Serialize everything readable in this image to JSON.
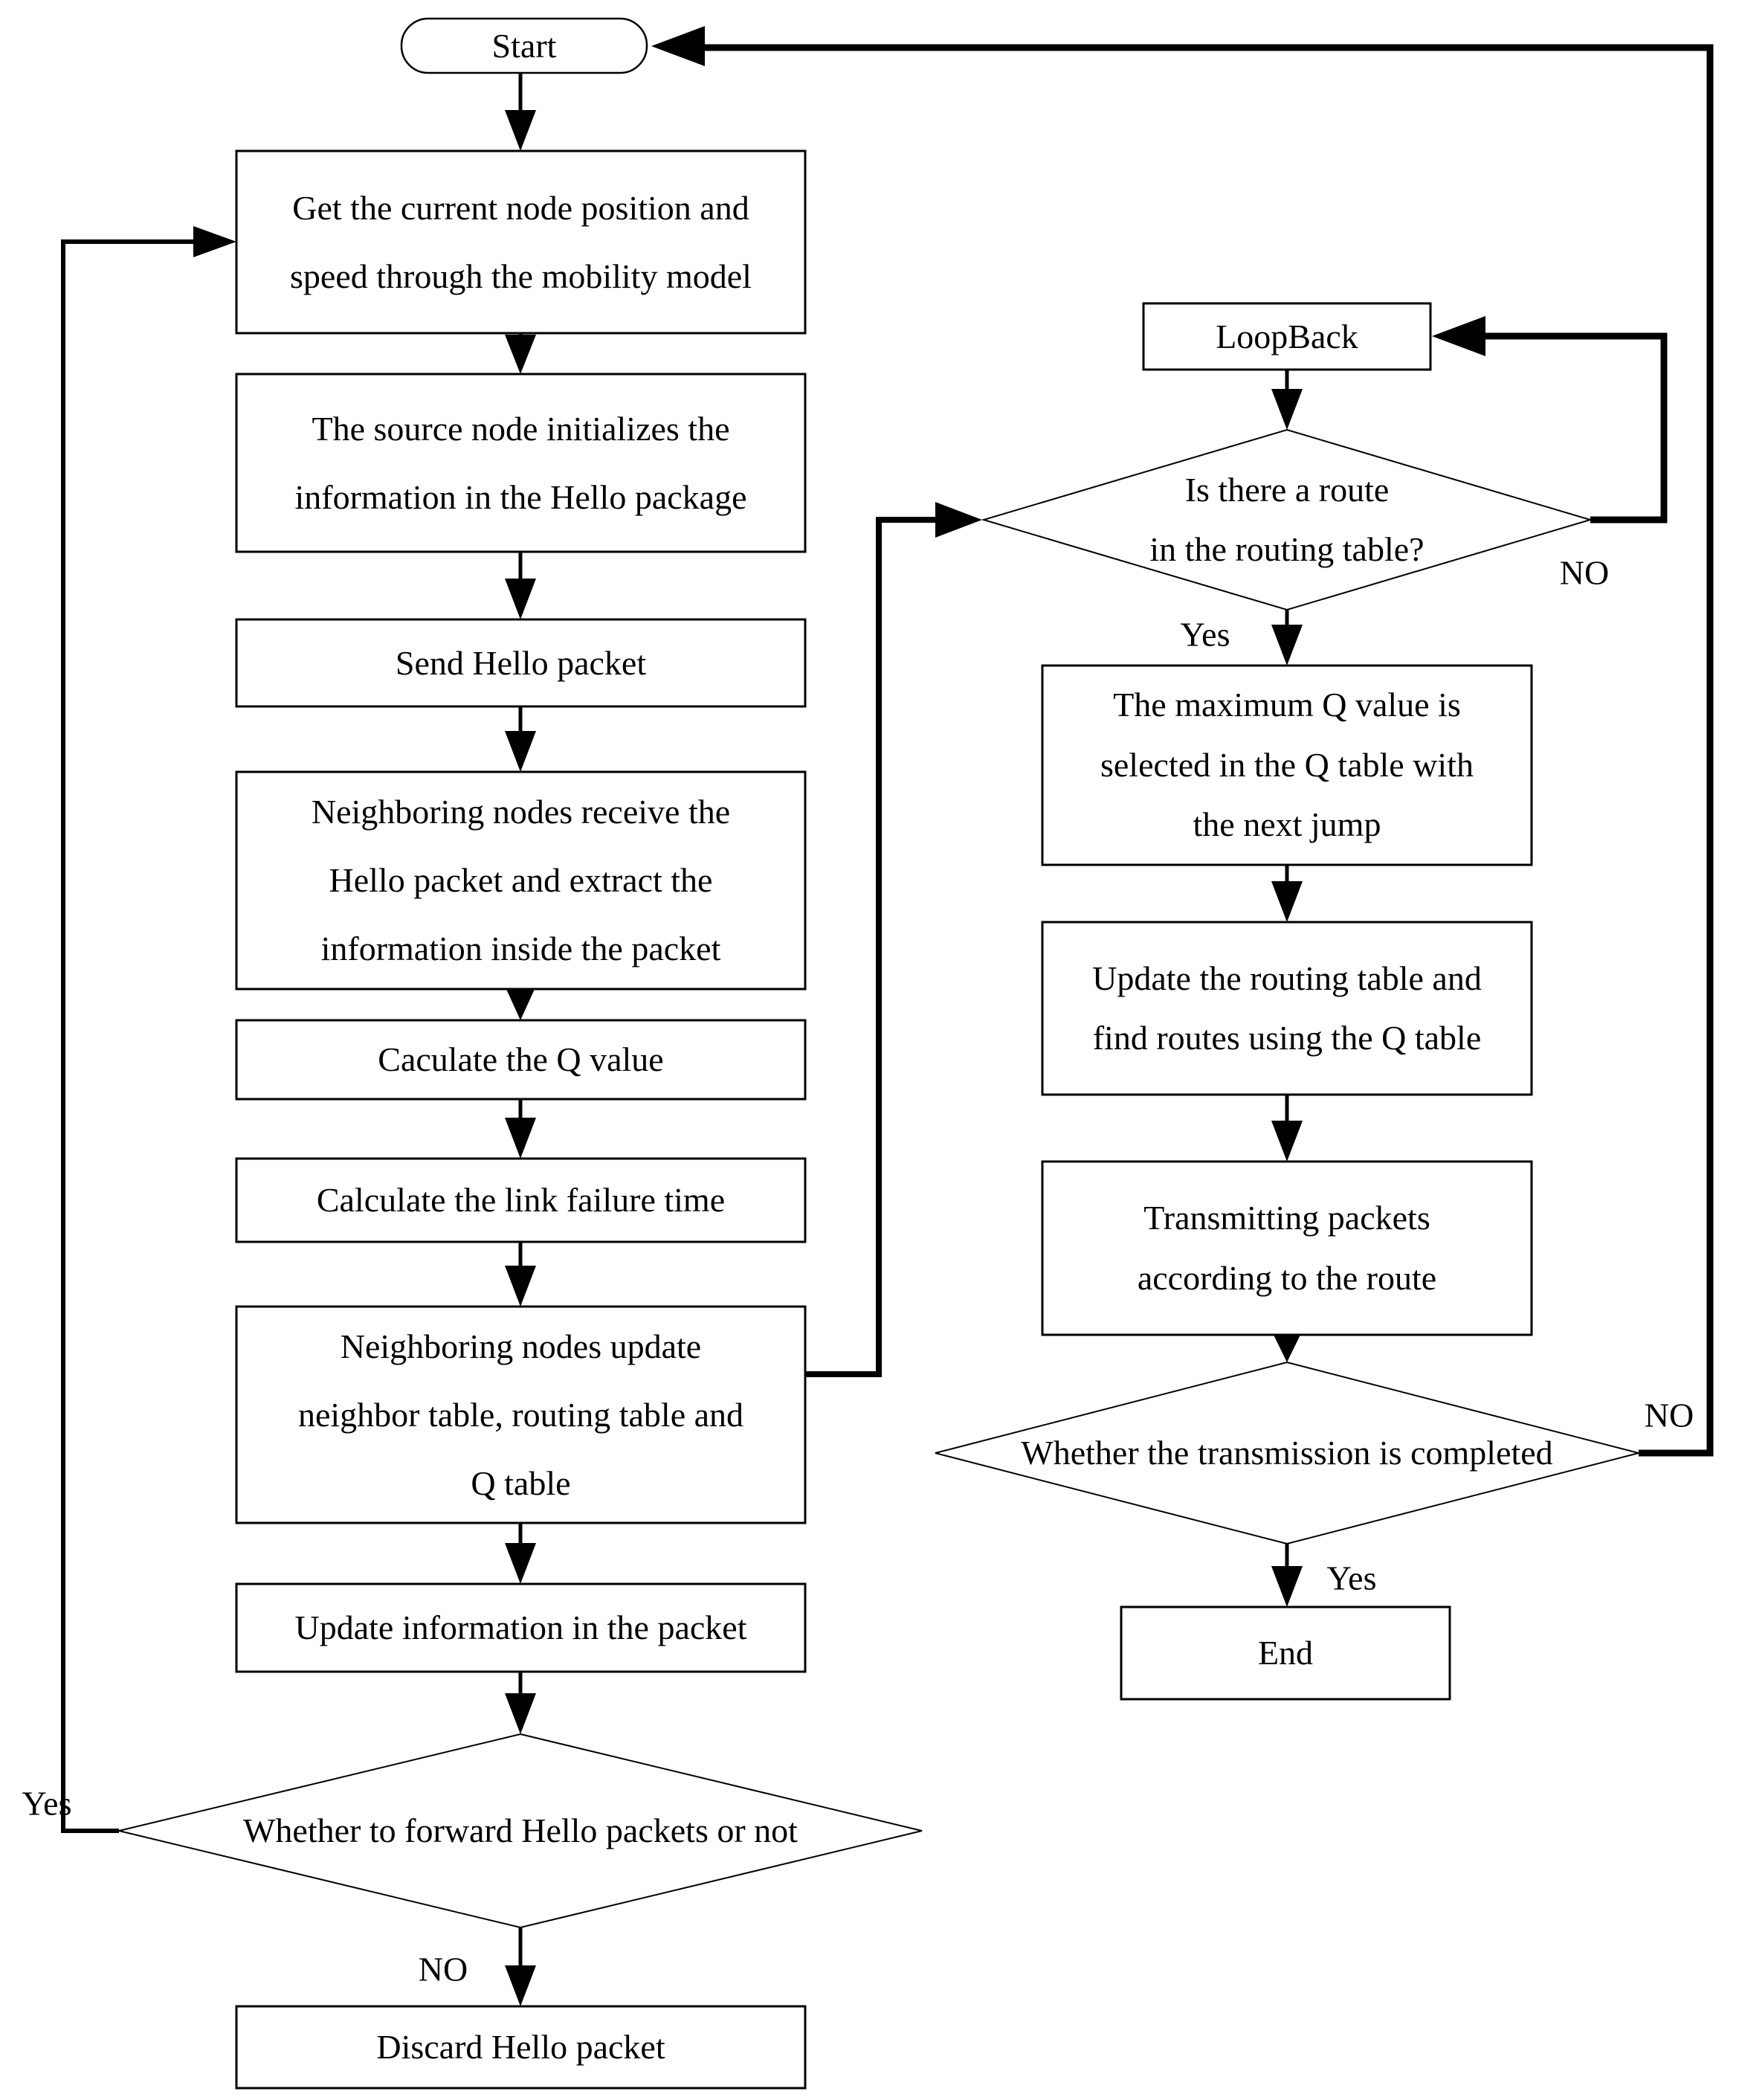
{
  "flowchart": {
    "title": "Hello-packet / Q-routing protocol flowchart",
    "colors": {
      "stroke": "#000000",
      "background": "#ffffff",
      "text": "#000000"
    },
    "nodes": {
      "start": {
        "type": "terminator",
        "label": "Start"
      },
      "get_position": {
        "type": "process",
        "label": "Get the current node position and\nspeed through the mobility model"
      },
      "init_hello": {
        "type": "process",
        "label": "The source node initializes the\ninformation in the Hello package"
      },
      "send_hello": {
        "type": "process",
        "label": "Send Hello packet"
      },
      "receive_hello": {
        "type": "process",
        "label": "Neighboring nodes receive the\nHello packet and extract the\ninformation inside the packet"
      },
      "calc_q": {
        "type": "process",
        "label": "Caculate the Q value"
      },
      "calc_link_failure": {
        "type": "process",
        "label": "Calculate the link failure time"
      },
      "update_tables": {
        "type": "process",
        "label": "Neighboring nodes update\nneighbor table, routing table and\nQ table"
      },
      "update_packet": {
        "type": "process",
        "label": "Update information in the packet"
      },
      "forward_decision": {
        "type": "decision",
        "label": "Whether to forward Hello packets or not"
      },
      "discard_hello": {
        "type": "process",
        "label": "Discard Hello packet"
      },
      "loopback": {
        "type": "process",
        "label": "LoopBack"
      },
      "route_decision": {
        "type": "decision",
        "label": "Is there a route\nin the routing table?"
      },
      "max_q": {
        "type": "process",
        "label": "The maximum Q value is\nselected in the Q table with\nthe next jump"
      },
      "update_routing": {
        "type": "process",
        "label": "Update the routing table and\nfind routes using the Q table"
      },
      "transmit": {
        "type": "process",
        "label": "Transmitting packets\naccording to the route"
      },
      "transmission_decision": {
        "type": "decision",
        "label": "Whether the transmission is completed"
      },
      "end": {
        "type": "terminator",
        "label": "End"
      }
    },
    "edge_labels": {
      "forward_hello_yes": "Yes",
      "forward_hello_no": "NO",
      "route_yes": "Yes",
      "route_no": "NO",
      "transmission_yes": "Yes",
      "transmission_no": "NO"
    },
    "edges": [
      {
        "from": "start",
        "to": "get_position"
      },
      {
        "from": "get_position",
        "to": "init_hello"
      },
      {
        "from": "init_hello",
        "to": "send_hello"
      },
      {
        "from": "send_hello",
        "to": "receive_hello"
      },
      {
        "from": "receive_hello",
        "to": "calc_q"
      },
      {
        "from": "calc_q",
        "to": "calc_link_failure"
      },
      {
        "from": "calc_link_failure",
        "to": "update_tables"
      },
      {
        "from": "update_tables",
        "to": "update_packet"
      },
      {
        "from": "update_tables",
        "to": "route_decision"
      },
      {
        "from": "update_packet",
        "to": "forward_decision"
      },
      {
        "from": "forward_decision",
        "to": "discard_hello",
        "label": "NO"
      },
      {
        "from": "forward_decision",
        "to": "get_position",
        "label": "Yes"
      },
      {
        "from": "loopback",
        "to": "route_decision"
      },
      {
        "from": "route_decision",
        "to": "loopback",
        "label": "NO"
      },
      {
        "from": "route_decision",
        "to": "max_q",
        "label": "Yes"
      },
      {
        "from": "max_q",
        "to": "update_routing"
      },
      {
        "from": "update_routing",
        "to": "transmit"
      },
      {
        "from": "transmit",
        "to": "transmission_decision"
      },
      {
        "from": "transmission_decision",
        "to": "end",
        "label": "Yes"
      },
      {
        "from": "transmission_decision",
        "to": "start",
        "label": "NO"
      }
    ]
  }
}
